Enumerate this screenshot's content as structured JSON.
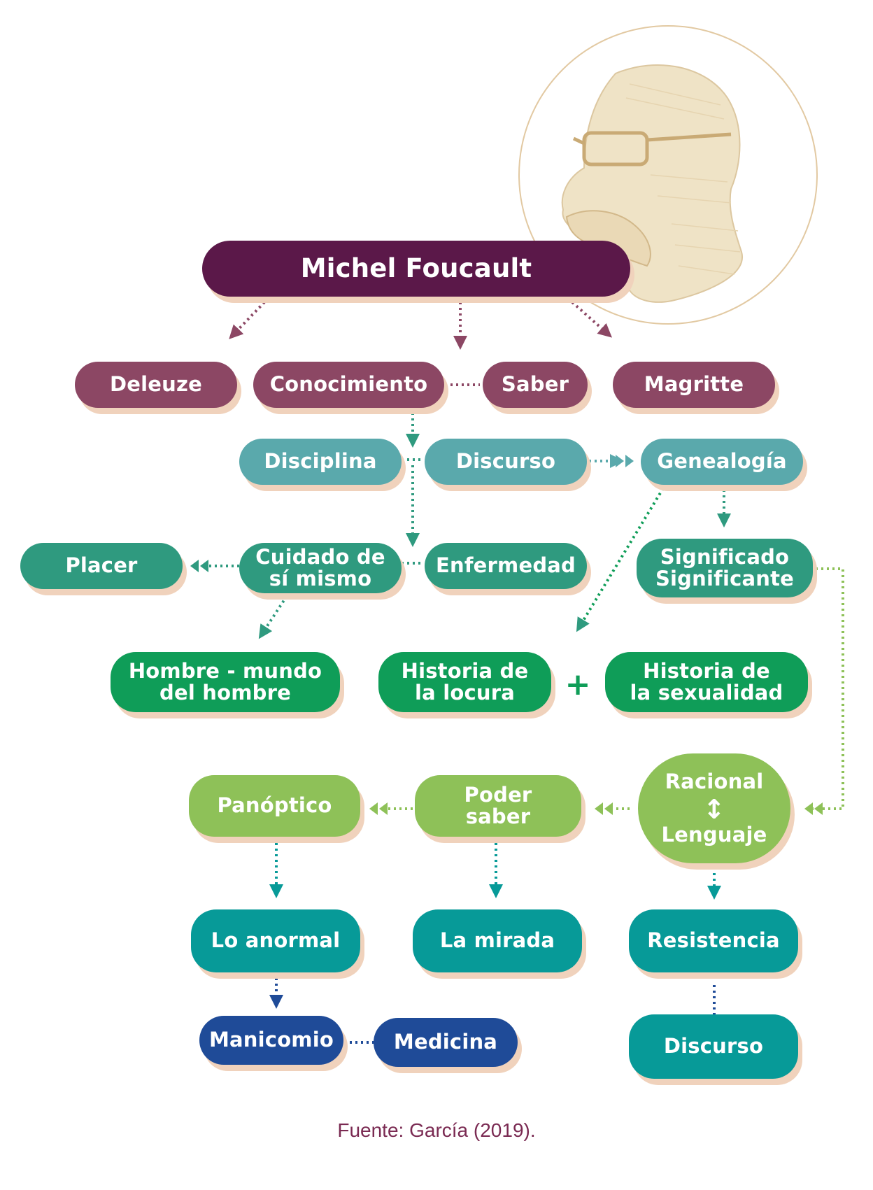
{
  "title": "Michel Foucault",
  "nodes": {
    "deleuze": "Deleuze",
    "conocimiento": "Conocimiento",
    "saber": "Saber",
    "magritte": "Magritte",
    "disciplina": "Disciplina",
    "discurso_top": "Discurso",
    "genealogia": "Genealogía",
    "placer": "Placer",
    "cuidado": "Cuidado de\nsí mismo",
    "enfermedad": "Enfermedad",
    "significado": "Significado\nSignificante",
    "hombre": "Hombre - mundo\ndel hombre",
    "historia_locura": "Historia de\nla locura",
    "plus": "+",
    "historia_sexualidad": "Historia de\nla sexualidad",
    "panoptico": "Panóptico",
    "poder_saber": "Poder\nsaber",
    "racional": "Racional",
    "racional_arrow": "↕",
    "lenguaje": "Lenguaje",
    "lo_anormal": "Lo anormal",
    "la_mirada": "La mirada",
    "resistencia": "Resistencia",
    "manicomio": "Manicomio",
    "medicina": "Medicina",
    "discurso_bottom": "Discurso"
  },
  "caption": "Fuente: García (2019).",
  "colors": {
    "main": "#5b1849",
    "mauve": "#8c4764",
    "teal_light": "#5aa9ac",
    "teal_green": "#2f9a7f",
    "green": "#0f9d58",
    "lime": "#8ec158",
    "cyan": "#079a98",
    "navy": "#1f4b98",
    "shadow": "#f0d2bc"
  }
}
